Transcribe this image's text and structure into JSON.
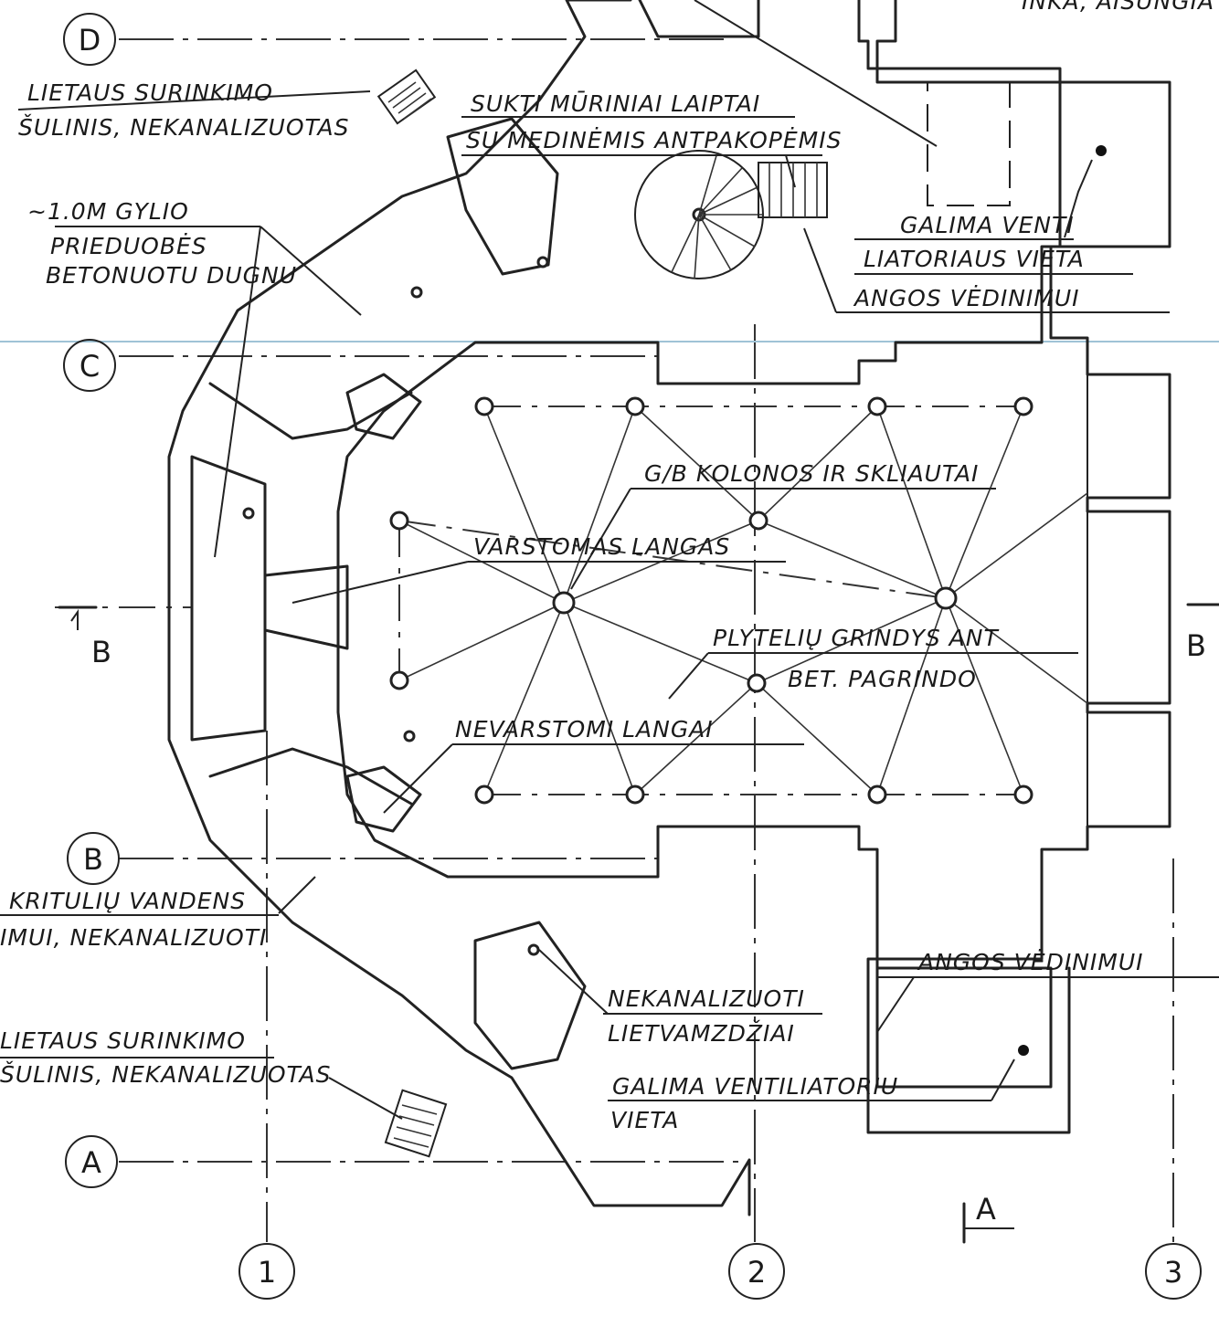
{
  "grid": {
    "rows": [
      "D",
      "C",
      "B",
      "A"
    ],
    "cols": [
      "1",
      "2",
      "3"
    ]
  },
  "section_marks": {
    "left_b": "B",
    "right_b": "B",
    "bottom_a": "A"
  },
  "notes": {
    "top_right_cut": "INKA, AISUNGIA",
    "rain_collector_1a": "LIETAUS SURINKIMO",
    "rain_collector_1b": "ŠULINIS, NEKANALIZUOTAS",
    "spiral_stairs_a": "SUKTI MŪRINIAI LAIPTAI",
    "spiral_stairs_b": "SU MEDINĖMIS ANTPAKOPĖMIS",
    "pit_depth": "~1.0M GYLIO",
    "pit_a": "PRIEDUOBĖS",
    "pit_b": "BETONUOTU DUGNU",
    "fan_top_a": "GALIMA VENTI",
    "fan_top_b": "LIATORIAUS VIETA",
    "vent_top": "ANGOS VĖDINIMUI",
    "columns": "G/B KOLONOS IR SKLIAUTAI",
    "openable_window": "VARSTOMAS LANGAS",
    "floor_a": "PLYTELIŲ GRINDYS ANT",
    "floor_b": "BET. PAGRINDO",
    "fixed_windows": "NEVARSTOMI LANGAI",
    "rainwater_a": "KRITULIŲ VANDENS",
    "rainwater_b": "IMUI, NEKANALIZUOTI",
    "vent_bottom": "ANGOS VĖDINIMUI",
    "downpipes_a": "NEKANALIZUOTI",
    "downpipes_b": "LIETVAMZDŽIAI",
    "rain_collector_2a": "LIETAUS SURINKIMO",
    "rain_collector_2b": "ŠULINIS, NEKANALIZUOTAS",
    "fan_bottom_a": "GALIMA VENTILIATORIU",
    "fan_bottom_b": "VIETA"
  }
}
